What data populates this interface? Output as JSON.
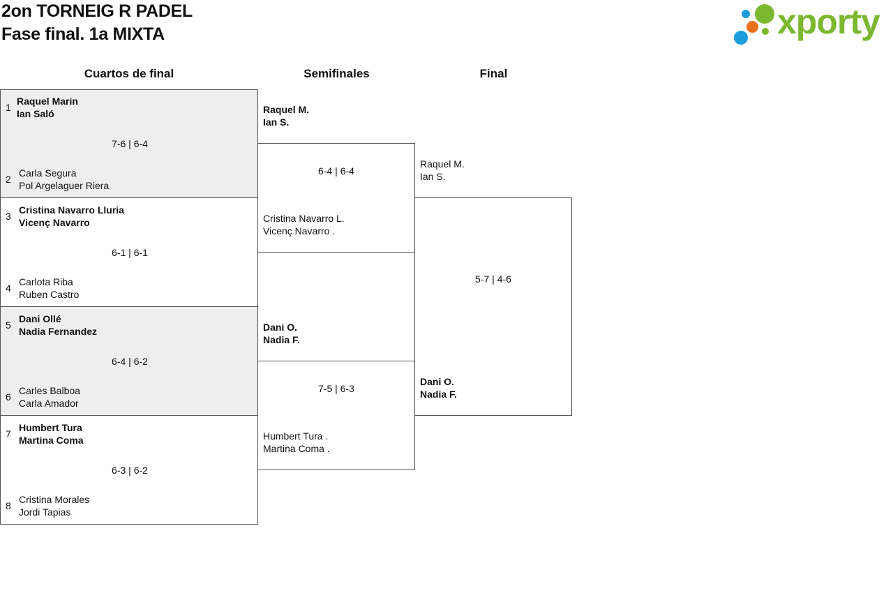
{
  "header": {
    "title_line1": "2on TORNEIG R PADEL",
    "title_line2": "Fase final. 1a MIXTA"
  },
  "logo": {
    "text": "xporty",
    "colors": {
      "green": "#7cb82f",
      "orange": "#e8721c",
      "blue": "#1b9ddb"
    }
  },
  "columns": {
    "quarterfinals": "Cuartos de final",
    "semifinals": "Semifinales",
    "final": "Final"
  },
  "quarterfinals": [
    {
      "score": "7-6 | 6-4",
      "team_a": {
        "seed": "1",
        "p1": "Raquel Marin",
        "p2": "Ian Saló",
        "winner": true
      },
      "team_b": {
        "seed": "2",
        "p1": "Carla Segura",
        "p2": "Pol Argelaguer Riera",
        "winner": false
      }
    },
    {
      "score": "6-1 | 6-1",
      "team_a": {
        "seed": "3",
        "p1": "Cristina Navarro Lluria",
        "p2": "Vicenç Navarro",
        "winner": true
      },
      "team_b": {
        "seed": "4",
        "p1": "Carlota Riba",
        "p2": "Ruben Castro",
        "winner": false
      }
    },
    {
      "score": "6-4 | 6-2",
      "team_a": {
        "seed": "5",
        "p1": "Dani Ollé",
        "p2": "Nadia Fernandez",
        "winner": true
      },
      "team_b": {
        "seed": "6",
        "p1": "Carles Balboa",
        "p2": "Carla Amador",
        "winner": false
      }
    },
    {
      "score": "6-3 | 6-2",
      "team_a": {
        "seed": "7",
        "p1": "Humbert Tura",
        "p2": "Martina Coma",
        "winner": true
      },
      "team_b": {
        "seed": "8",
        "p1": "Cristina Morales",
        "p2": "Jordi Tapias",
        "winner": false
      }
    }
  ],
  "semifinals": [
    {
      "score": "6-4 | 6-4",
      "team_a": {
        "p1": "Raquel M.",
        "p2": "Ian S.",
        "winner": true
      },
      "team_b": {
        "p1": "Cristina Navarro L.",
        "p2": "Vicenç Navarro .",
        "winner": false
      }
    },
    {
      "score": "7-5 | 6-3",
      "team_a": {
        "p1": "Dani O.",
        "p2": "Nadia F.",
        "winner": true
      },
      "team_b": {
        "p1": "Humbert Tura .",
        "p2": "Martina Coma .",
        "winner": false
      }
    }
  ],
  "final": {
    "score": "5-7 | 4-6",
    "team_a": {
      "p1": "Raquel M.",
      "p2": "Ian S.",
      "winner": false
    },
    "team_b": {
      "p1": "Dani O.",
      "p2": "Nadia F.",
      "winner": true
    }
  }
}
